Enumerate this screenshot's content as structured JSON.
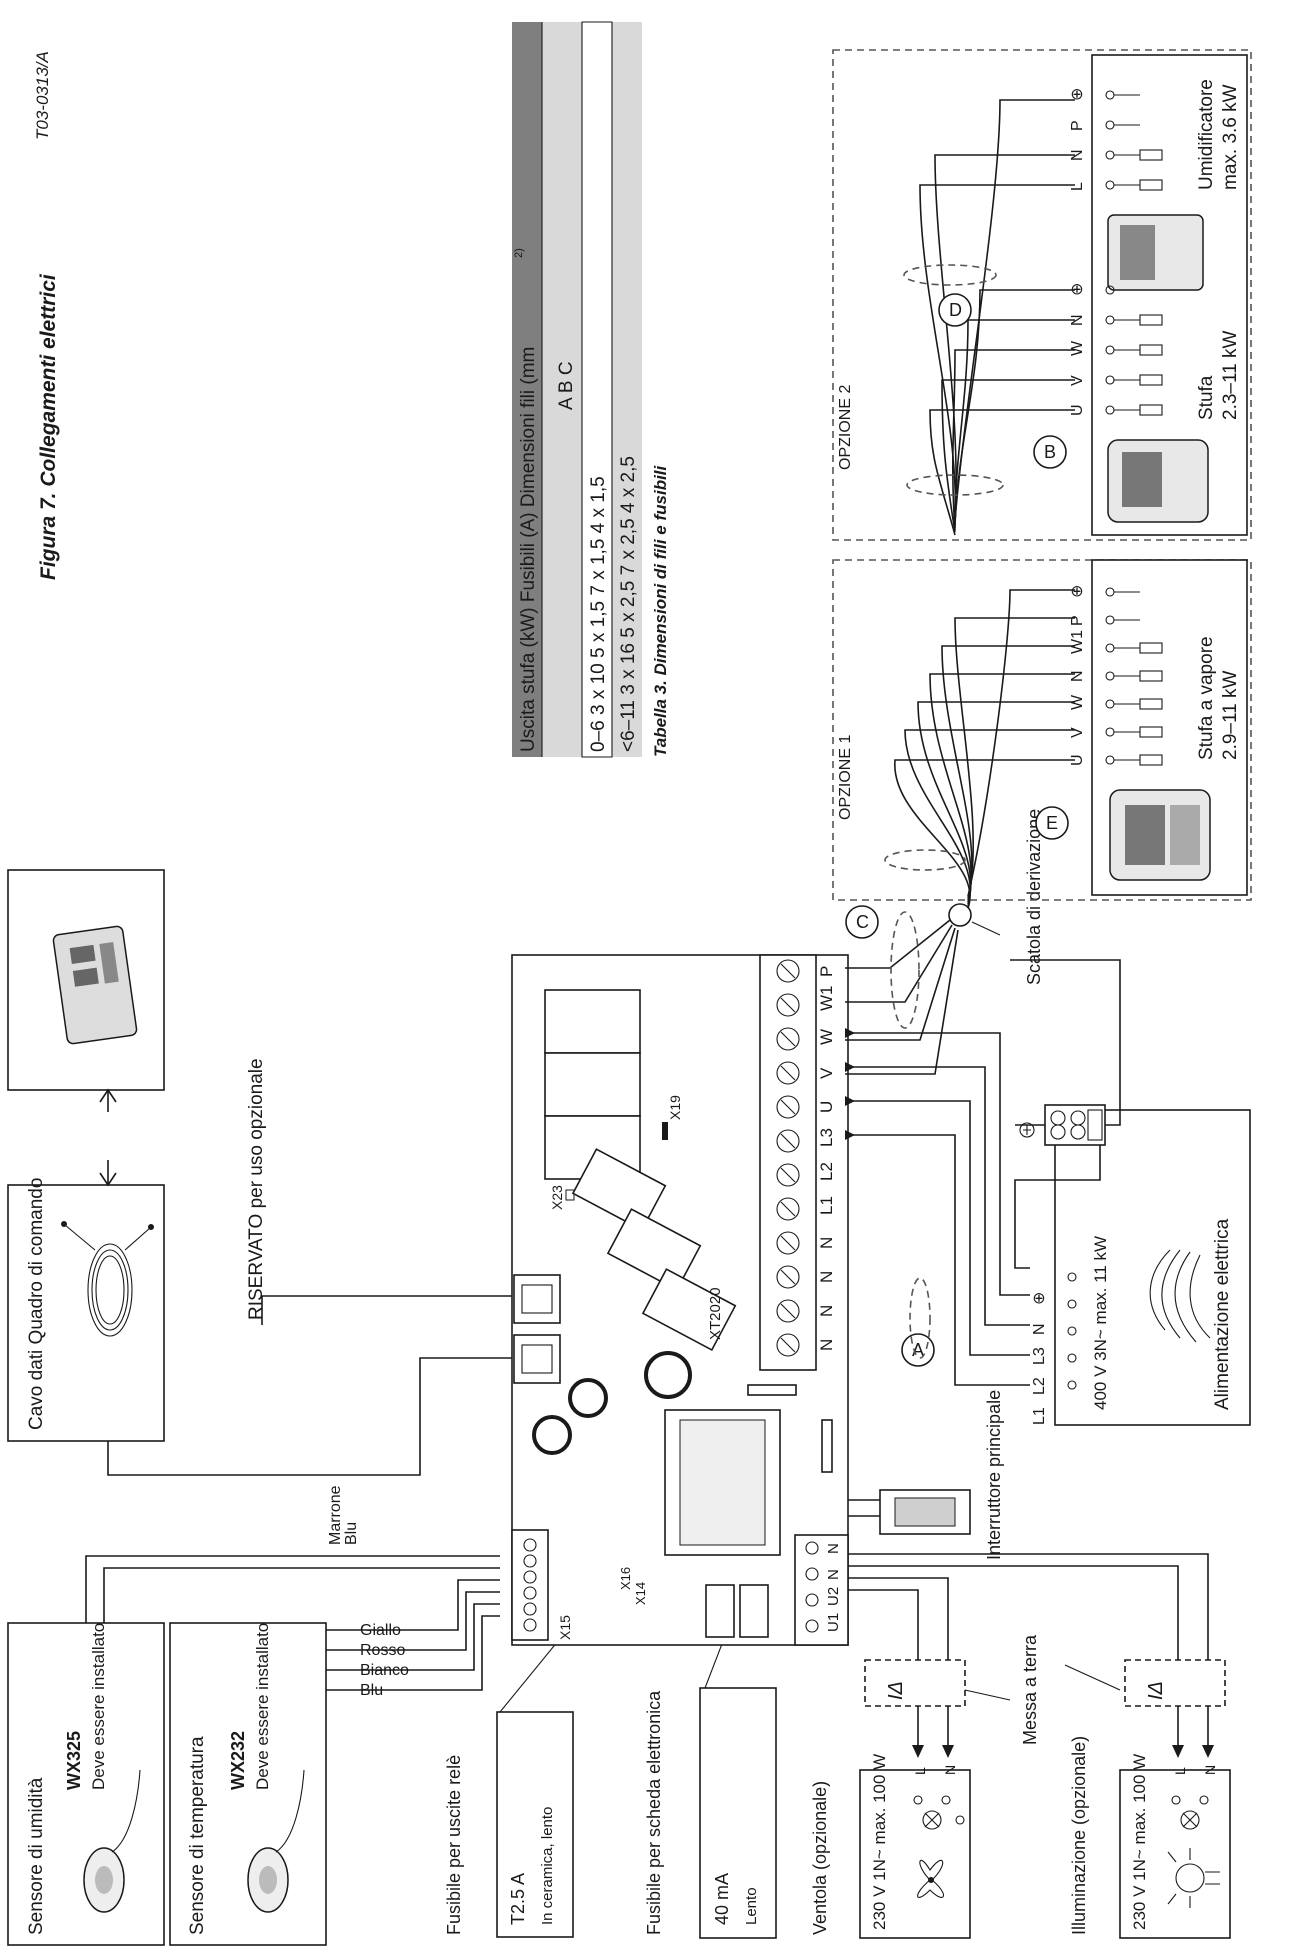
{
  "doc": {
    "figure_title": "Figura 7.   Collegamenti elettrici",
    "doc_code": "T03-0313/A"
  },
  "table": {
    "caption": "Tabella 3.  Dimensioni di fili e fusibili",
    "headers": [
      "Uscita stufa (kW)",
      "Fusibili (A)",
      "Dimensioni fili (mm",
      "2)"
    ],
    "subheaders": [
      "A",
      "B",
      "C"
    ],
    "rows": [
      [
        "0–6",
        "3 x 10",
        "5 x 1,5",
        "7 x 1,5",
        "4 x 1,5"
      ],
      [
        "<6–11",
        "3 x 16",
        "5 x 2,5",
        "7 x 2,5",
        "4 x 2,5"
      ]
    ]
  },
  "sensors": {
    "humidity": {
      "title": "Sensore di umidità",
      "model": "WX325",
      "note": "Deve essere installato"
    },
    "temperature": {
      "title": "Sensore di temperatura",
      "model": "WX232",
      "note": "Deve essere installato"
    },
    "humidity_wires": [
      "Marrone",
      "Blu"
    ],
    "temperature_wires": [
      "Giallo",
      "Rosso",
      "Bianco",
      "Blu"
    ]
  },
  "fuses": {
    "relay": {
      "title": "Fusibile per uscite relè",
      "value": "T2.5 A",
      "note": "In ceramica, lento"
    },
    "board": {
      "title": "Fusibile per scheda elettronica",
      "value": "40 mA",
      "note": "Lento"
    }
  },
  "loads": {
    "fan": {
      "title": "Ventola (opzionale)",
      "spec": "230 V 1N~ max. 100 W"
    },
    "light": {
      "title": "Illuminazione (opzionale)",
      "spec": "230 V 1N~ max. 100 W"
    },
    "earth": "Messa a terra",
    "ln_labels": [
      "L",
      "N"
    ],
    "rcd_symbol": "IΔ"
  },
  "panel": {
    "cable_label": "Cavo dati Quadro di comando",
    "reserved": "RISERVATO per uso opzionale"
  },
  "board": {
    "name": "XT2020",
    "x15": "X15",
    "x16": "X16",
    "x14": "X14",
    "x23": "X23",
    "x19": "X19",
    "main_terminals": [
      "N",
      "N",
      "N",
      "N",
      "L1",
      "L2",
      "L3",
      "U",
      "V",
      "W",
      "W1",
      "P"
    ],
    "relay_terminals": [
      "U1",
      "U2",
      "N",
      "N"
    ],
    "switch": "Interruttore principale"
  },
  "supply": {
    "terminals": [
      "L1",
      "L2",
      "L3",
      "N",
      "⊕"
    ],
    "spec": "400 V 3N~ max. 11 kW",
    "title": "Alimentazione elettrica"
  },
  "junction": "Scatola di derivazione",
  "option1": {
    "title": "OPZIONE 1",
    "terminals": [
      "U",
      "V",
      "W",
      "N",
      "W1",
      "P",
      "⊕"
    ],
    "device": "Stufa a vapore",
    "range": "2.9–11 kW"
  },
  "option2": {
    "title": "OPZIONE 2",
    "stove_terminals": [
      "U",
      "V",
      "W",
      "N",
      "⊕"
    ],
    "stove": "Stufa",
    "stove_range": "2.3–11 kW",
    "hum_terminals": [
      "L",
      "N",
      "P",
      "⊕"
    ],
    "humidifier": "Umidificatore",
    "hum_range": "max. 3.6 kW"
  },
  "cable_markers": [
    "A",
    "B",
    "C",
    "D",
    "E"
  ]
}
